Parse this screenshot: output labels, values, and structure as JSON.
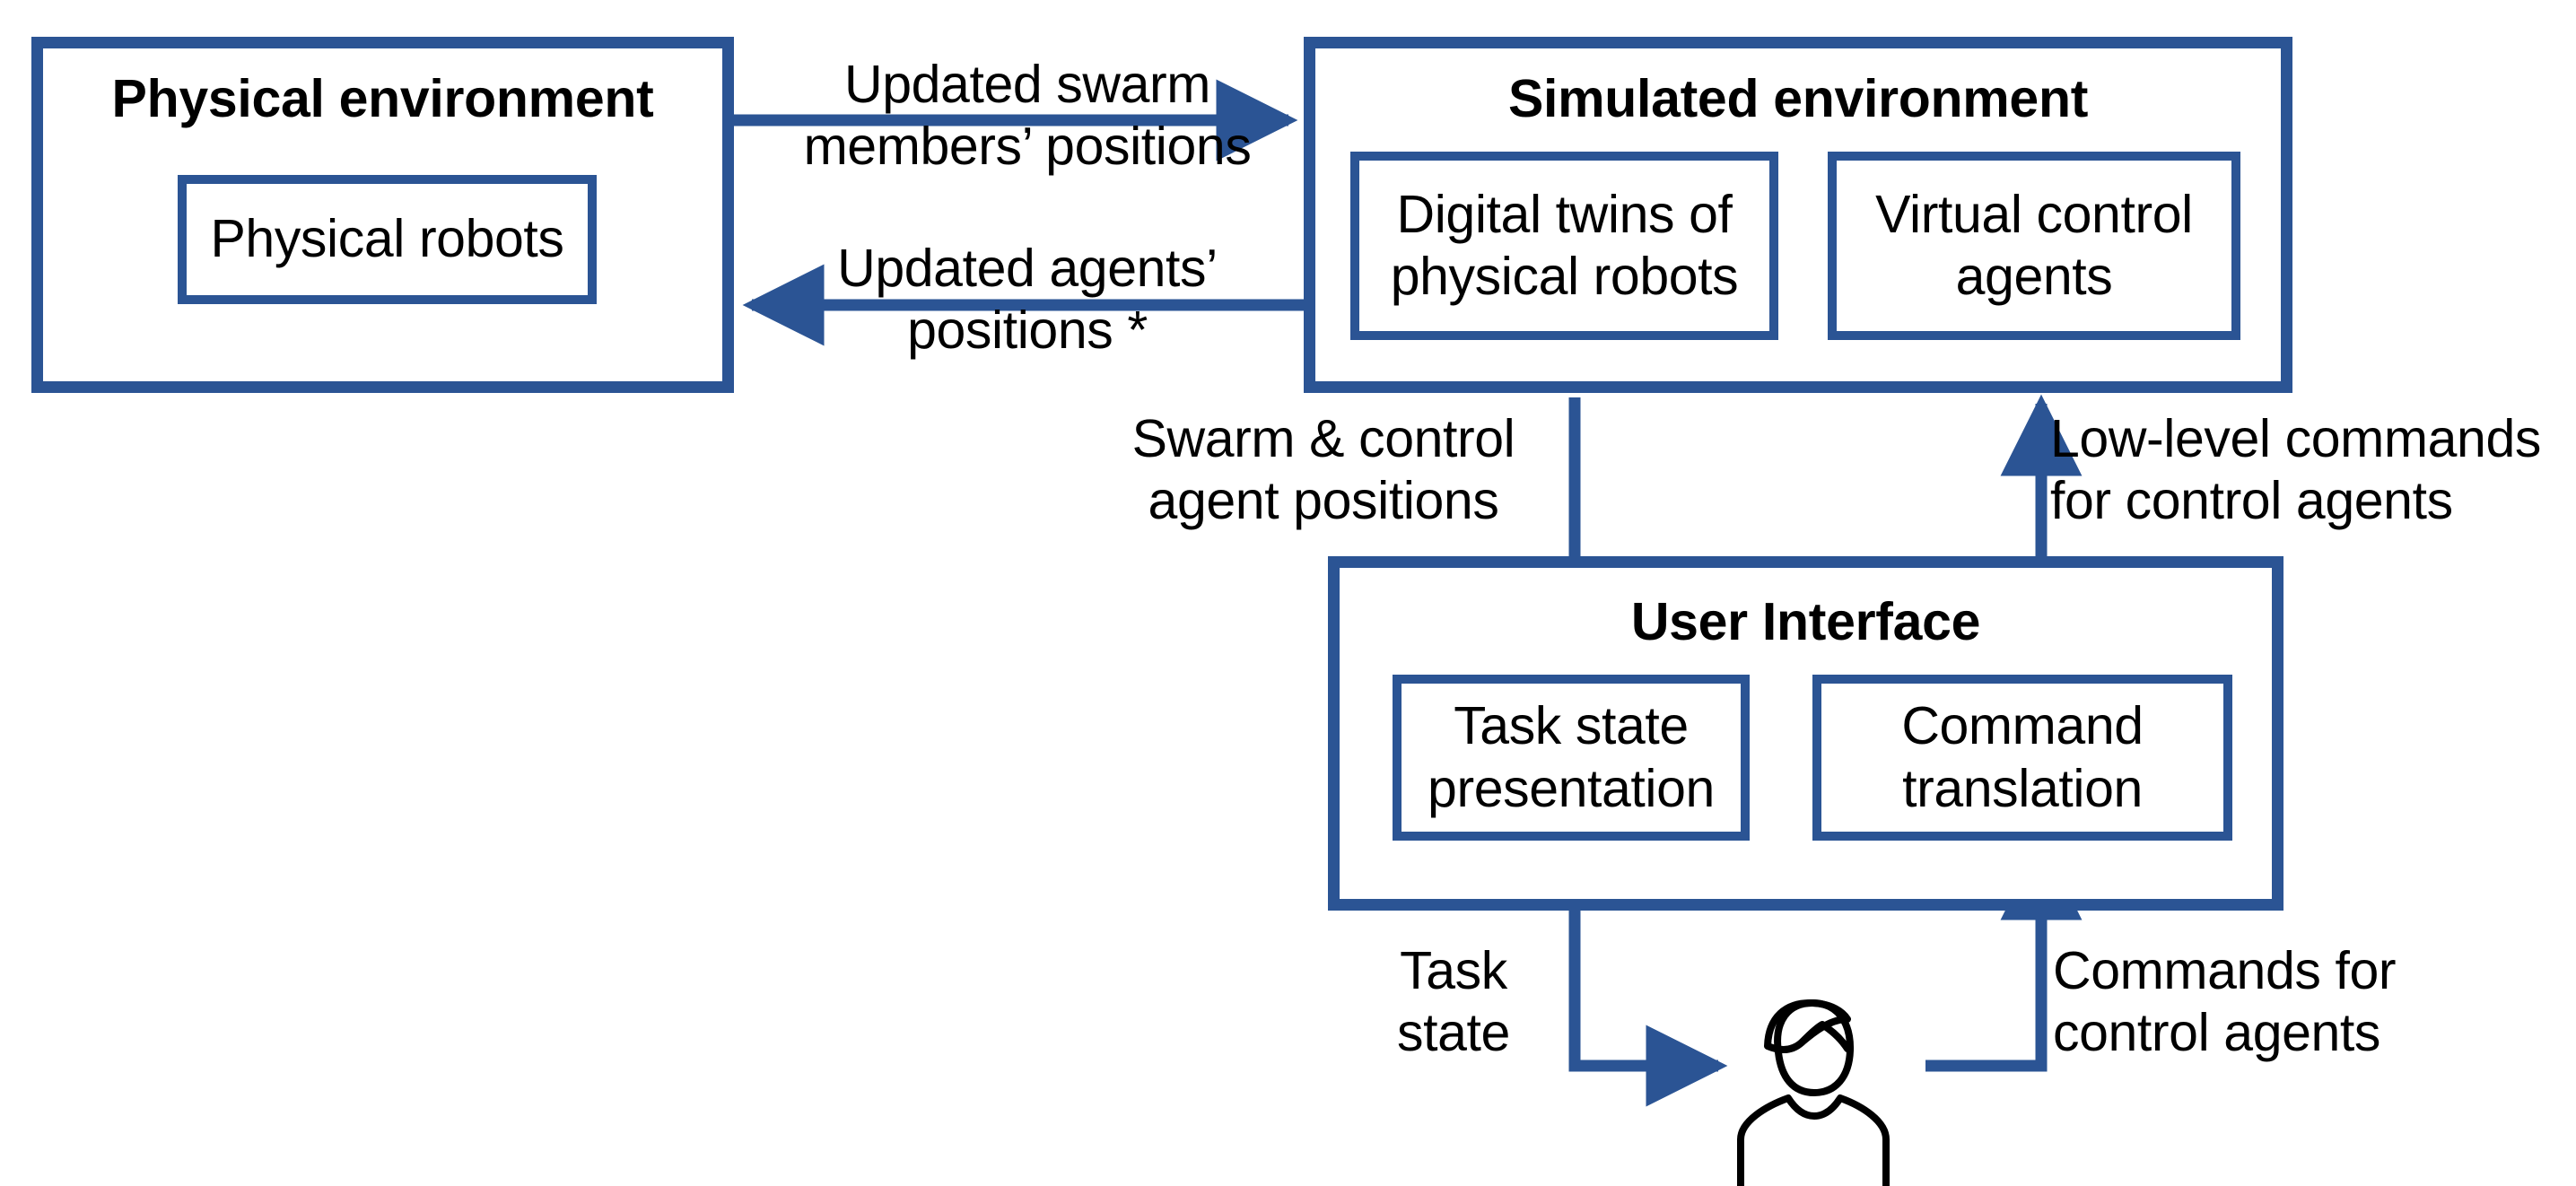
{
  "diagram": {
    "title": "Digital twin based human swarm interaction architecture",
    "accent_color": "#2B5494",
    "text_color": "#000000",
    "background_color": "#FFFFFF"
  },
  "blocks": {
    "physical_environment": {
      "title": "Physical environment",
      "children": [
        {
          "label": "Physical robots"
        }
      ]
    },
    "simulated_environment": {
      "title": "Simulated environment",
      "children": [
        {
          "label": "Digital twins of\nphysical robots"
        },
        {
          "label": "Virtual control\nagents"
        }
      ]
    },
    "user_interface": {
      "title": "User Interface",
      "children": [
        {
          "label": "Task state\npresentation"
        },
        {
          "label": "Command\ntranslation"
        }
      ]
    }
  },
  "actor": {
    "name": "human-operator",
    "label": ""
  },
  "edges": [
    {
      "id": "physical-to-simulated",
      "label": "Updated swarm\nmembers’ positions",
      "from": "physical_environment",
      "to": "simulated_environment",
      "direction": "right"
    },
    {
      "id": "simulated-to-physical",
      "label": "Updated  agents’\npositions *",
      "from": "simulated_environment",
      "to": "physical_environment",
      "direction": "left"
    },
    {
      "id": "simulated-to-task-state",
      "label": "Swarm & control\nagent positions",
      "from": "simulated_environment",
      "to": "user_interface.task_state_presentation",
      "direction": "down"
    },
    {
      "id": "command-translation-to-simulated",
      "label": "Low-level commands\nfor control agents",
      "from": "user_interface.command_translation",
      "to": "simulated_environment",
      "direction": "up"
    },
    {
      "id": "task-state-to-operator",
      "label": "Task\nstate",
      "from": "user_interface.task_state_presentation",
      "to": "human-operator",
      "direction": "right"
    },
    {
      "id": "operator-to-command-translation",
      "label": "Commands for\ncontrol agents",
      "from": "human-operator",
      "to": "user_interface.command_translation",
      "direction": "up"
    }
  ]
}
